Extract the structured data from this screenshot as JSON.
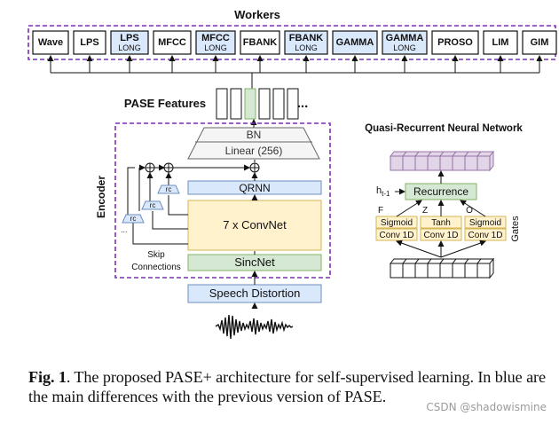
{
  "workers_title": "Workers",
  "workers": [
    {
      "line1": "Wave",
      "line2": "",
      "highlight": false
    },
    {
      "line1": "LPS",
      "line2": "",
      "highlight": false
    },
    {
      "line1": "LPS",
      "line2": "LONG",
      "highlight": true
    },
    {
      "line1": "MFCC",
      "line2": "",
      "highlight": false
    },
    {
      "line1": "MFCC",
      "line2": "LONG",
      "highlight": true
    },
    {
      "line1": "FBANK",
      "line2": "",
      "highlight": false
    },
    {
      "line1": "FBANK",
      "line2": "LONG",
      "highlight": true
    },
    {
      "line1": "GAMMA",
      "line2": "",
      "highlight": true
    },
    {
      "line1": "GAMMA",
      "line2": "LONG",
      "highlight": true
    },
    {
      "line1": "PROSO",
      "line2": "",
      "highlight": false
    },
    {
      "line1": "LIM",
      "line2": "",
      "highlight": false
    },
    {
      "line1": "GIM",
      "line2": "",
      "highlight": false
    }
  ],
  "pase_features_label": "PASE Features",
  "ellipsis": "...",
  "encoder_label": "Encoder",
  "bn_label": "BN",
  "linear_label": "Linear (256)",
  "qrnn_label": "QRNN",
  "convnet_label": "7 x ConvNet",
  "sincnet_label": "SincNet",
  "speech_distortion_label": "Speech Distortion",
  "rc_label": "rc",
  "skip_line1": "Skip",
  "skip_line2": "Connections",
  "qrnn_title": "Quasi-Recurrent Neural Network",
  "recurrence_label": "Recurrence",
  "h_label": "h",
  "h_sub": "t-1",
  "gates_label": "Gates",
  "gate_F": "F",
  "gate_Z": "Z",
  "gate_O": "O",
  "sigmoid_label": "Sigmoid",
  "tanh_label": "Tanh",
  "conv1d_label": "Conv 1D",
  "caption_bold": "Fig. 1",
  "caption_text": ". The proposed PASE+ architecture for self-supervised learning. In blue are the main differences with the previous version of PASE.",
  "watermark": "CSDN @shadowismine",
  "colors": {
    "blue_fill": "#dae8fc",
    "blue_stroke": "#6c8ebf",
    "yellow_fill": "#fff2cc",
    "yellow_stroke": "#d6b656",
    "green_fill": "#d5e8d4",
    "green_stroke": "#82b366",
    "purple_fill": "#e1d5e7",
    "purple_stroke": "#9673a6",
    "dashed_purple": "#7b2fb5",
    "gray_fill": "#f5f5f5",
    "gray_stroke": "#666666"
  }
}
